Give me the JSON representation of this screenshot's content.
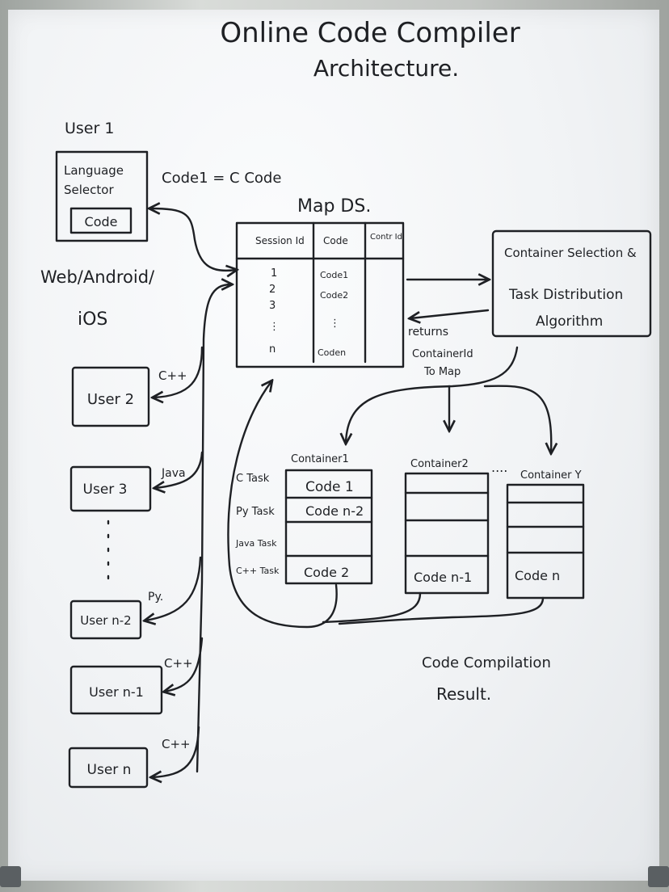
{
  "title_line1": "Online Code Compiler",
  "title_line2": "Architecture.",
  "user1_label": "User 1",
  "language_selector": "Language Selector",
  "lang_sel_line1": "Language",
  "lang_sel_line2": "Selector",
  "code_button": "Code",
  "code1_annotation": "Code1 = C Code",
  "platform_line1": "Web/Android/",
  "platform_line2": "iOS",
  "map_title": "Map DS.",
  "map_headers": [
    "Session Id",
    "Code",
    "Contr Id"
  ],
  "map_sessions": [
    "1",
    "2",
    "3",
    "⋮",
    "n"
  ],
  "map_codes": [
    "Code1",
    "Code2",
    "⋮",
    "Coden"
  ],
  "algo_line1": "Container Selection &",
  "algo_line2": "Task Distribution",
  "algo_line3": "Algorithm",
  "returns_line1": "returns",
  "returns_line2": "ContainerId",
  "returns_line3": "To Map",
  "users": [
    {
      "name": "User 2",
      "lang": "C++"
    },
    {
      "name": "User 3",
      "lang": "Java"
    },
    {
      "name": "User n-2",
      "lang": "Py."
    },
    {
      "name": "User n-1",
      "lang": "C++"
    },
    {
      "name": "User n",
      "lang": "C++"
    }
  ],
  "task_labels": [
    "C Task",
    "Py Task",
    "Java Task",
    "C++ Task"
  ],
  "container1": {
    "title": "Container1",
    "cells": [
      "Code 1",
      "Code n-2",
      "",
      "Code 2"
    ]
  },
  "container2": {
    "title": "Container2",
    "cells": [
      "",
      "",
      "",
      "Code n-1"
    ]
  },
  "containerY": {
    "title": "Container Y",
    "cells": [
      "",
      "",
      "",
      "Code n"
    ]
  },
  "ellipsis": "....",
  "result_line1": "Code Compilation",
  "result_line2": "Result."
}
